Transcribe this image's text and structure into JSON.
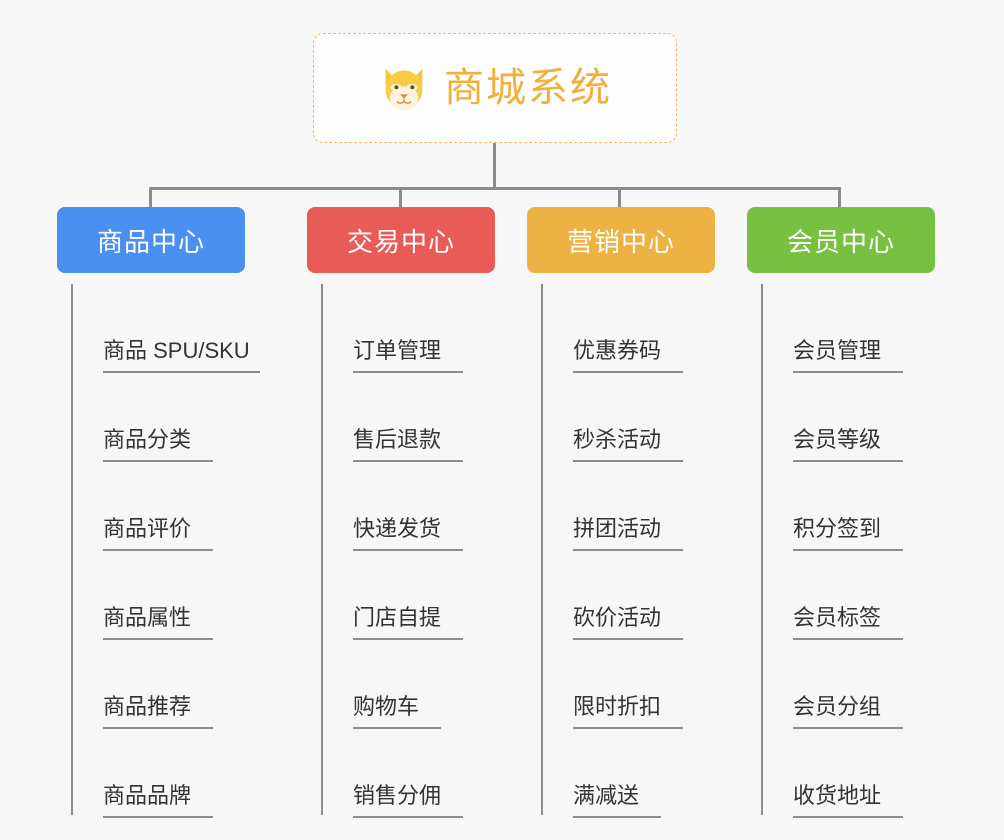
{
  "root": {
    "title": "商城系统",
    "icon": "shiba-dog-icon",
    "border_color": "#e8b969",
    "text_color": "#f0b03c"
  },
  "connector_color": "#8c8c8c",
  "background_color": "#f7f7f7",
  "columns": [
    {
      "title": "商品中心",
      "color": "#4a90f0",
      "items": [
        "商品 SPU/SKU",
        "商品分类",
        "商品评价",
        "商品属性",
        "商品推荐",
        "商品品牌"
      ]
    },
    {
      "title": "交易中心",
      "color": "#e85b56",
      "items": [
        "订单管理",
        "售后退款",
        "快递发货",
        "门店自提",
        "购物车",
        "销售分佣"
      ]
    },
    {
      "title": "营销中心",
      "color": "#eeb144",
      "items": [
        "优惠券码",
        "秒杀活动",
        "拼团活动",
        "砍价活动",
        "限时折扣",
        "满减送"
      ]
    },
    {
      "title": "会员中心",
      "color": "#76c042",
      "items": [
        "会员管理",
        "会员等级",
        "积分签到",
        "会员标签",
        "会员分组",
        "收货地址"
      ]
    }
  ]
}
